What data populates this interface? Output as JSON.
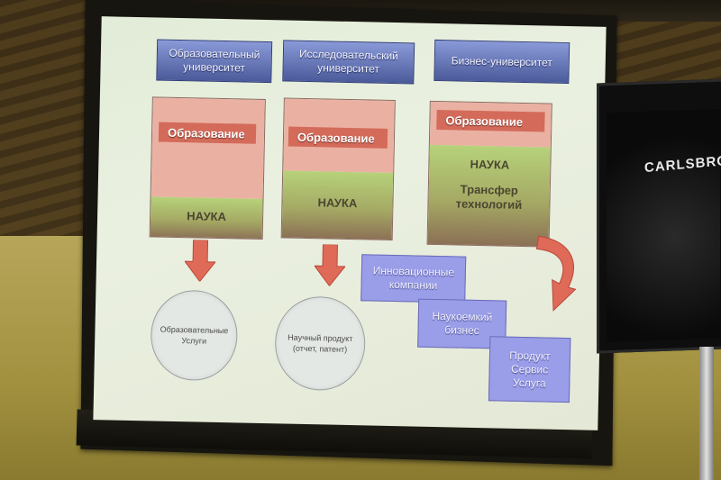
{
  "slide": {
    "columns": [
      {
        "header": "Образовательный университет",
        "edu_label": "Образование",
        "sci_label": "НАУКА",
        "outcome": "Образовательные Услуги"
      },
      {
        "header": "Исследовательский университет",
        "edu_label": "Образование",
        "sci_label": "НАУКА",
        "outcome": "Научный продукт (отчет, патент)"
      },
      {
        "header": "Бизнес-университет",
        "edu_label": "Образование",
        "sci_label": "НАУКА",
        "sci_label2": "Трансфер технологий"
      }
    ],
    "boxes": [
      "Инновационные компании",
      "Наукоемкий бизнес",
      "Продукт Сервис Услуга"
    ]
  },
  "speaker": {
    "brand": "CARLSBRO"
  },
  "colors": {
    "header_blue": "#6474b8",
    "education_pink": "#eab1a3",
    "education_label": "#d46b5a",
    "science_green": "#b6d27a",
    "arrow_red": "#e06a58",
    "box_purple": "#9a9ee8"
  }
}
